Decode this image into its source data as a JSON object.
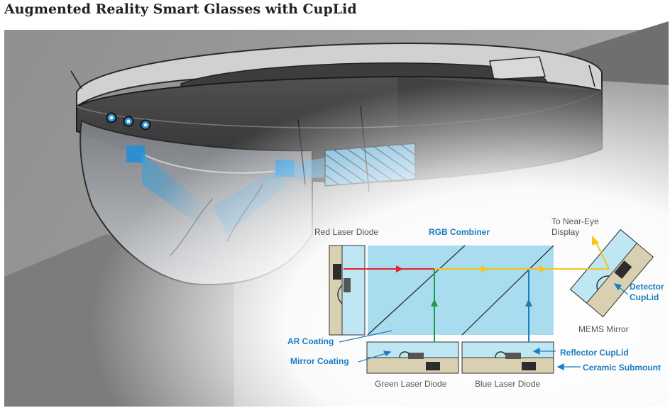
{
  "title": "Augmented Reality Smart Glasses with CupLid",
  "labels": {
    "red_laser_diode": "Red Laser Diode",
    "rgb_combiner": "RGB Combiner",
    "to_near_eye_1": "To Near-Eye",
    "to_near_eye_2": "Display",
    "detector_1": "Detector",
    "detector_2": "CupLid",
    "mems_mirror": "MEMS Mirror",
    "ar_coating": "AR Coating",
    "mirror_coating": "Mirror Coating",
    "reflector_cuplid": "Reflector CupLid",
    "ceramic_submount": "Ceramic Submount",
    "green_laser_diode": "Green Laser Diode",
    "blue_laser_diode": "Blue Laser Diode"
  },
  "colors": {
    "label_accent": "#1a7cc1",
    "combiner_fill": "#a9dcee",
    "red_beam": "#e8222a",
    "green_beam": "#1e9b49",
    "blue_beam": "#1a7cc1",
    "yellow_beam": "#f5c518",
    "ceramic": "#d8d0b0"
  }
}
